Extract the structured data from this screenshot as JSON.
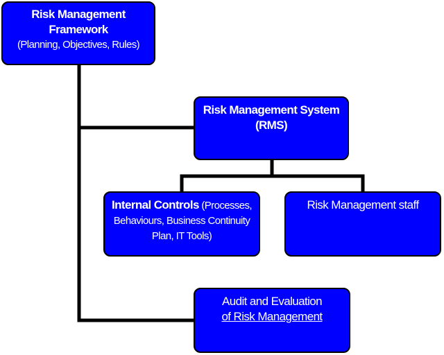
{
  "colors": {
    "box_fill": "#0000ff",
    "box_border": "#000000",
    "box_text": "#ffffff",
    "connector": "#000000",
    "background": "#ffffff"
  },
  "framework": {
    "title_line1": "Risk Management",
    "title_line2": "Framework",
    "subtitle": "(Planning, Objectives, Rules)"
  },
  "rms": {
    "title_line1": "Risk Management System",
    "title_line2": "(RMS)"
  },
  "internal_controls": {
    "title": "Internal Controls",
    "desc_line1": " (Processes,",
    "desc_line2": "Behaviours, Business Continuity",
    "desc_line3": "Plan, IT Tools)"
  },
  "staff": {
    "title": "Risk Management staff"
  },
  "audit": {
    "title_line1": "Audit and Evaluation",
    "title_line2": "of Risk Management"
  }
}
